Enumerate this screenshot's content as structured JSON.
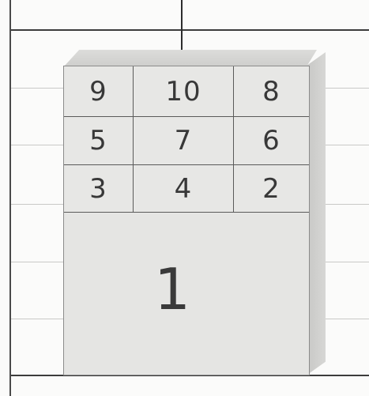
{
  "sketch": {
    "compartments": [
      [
        "9",
        "10",
        "8"
      ],
      [
        "5",
        "7",
        "6"
      ],
      [
        "3",
        "4",
        "2"
      ]
    ],
    "bottom_compartment_label": "1"
  }
}
